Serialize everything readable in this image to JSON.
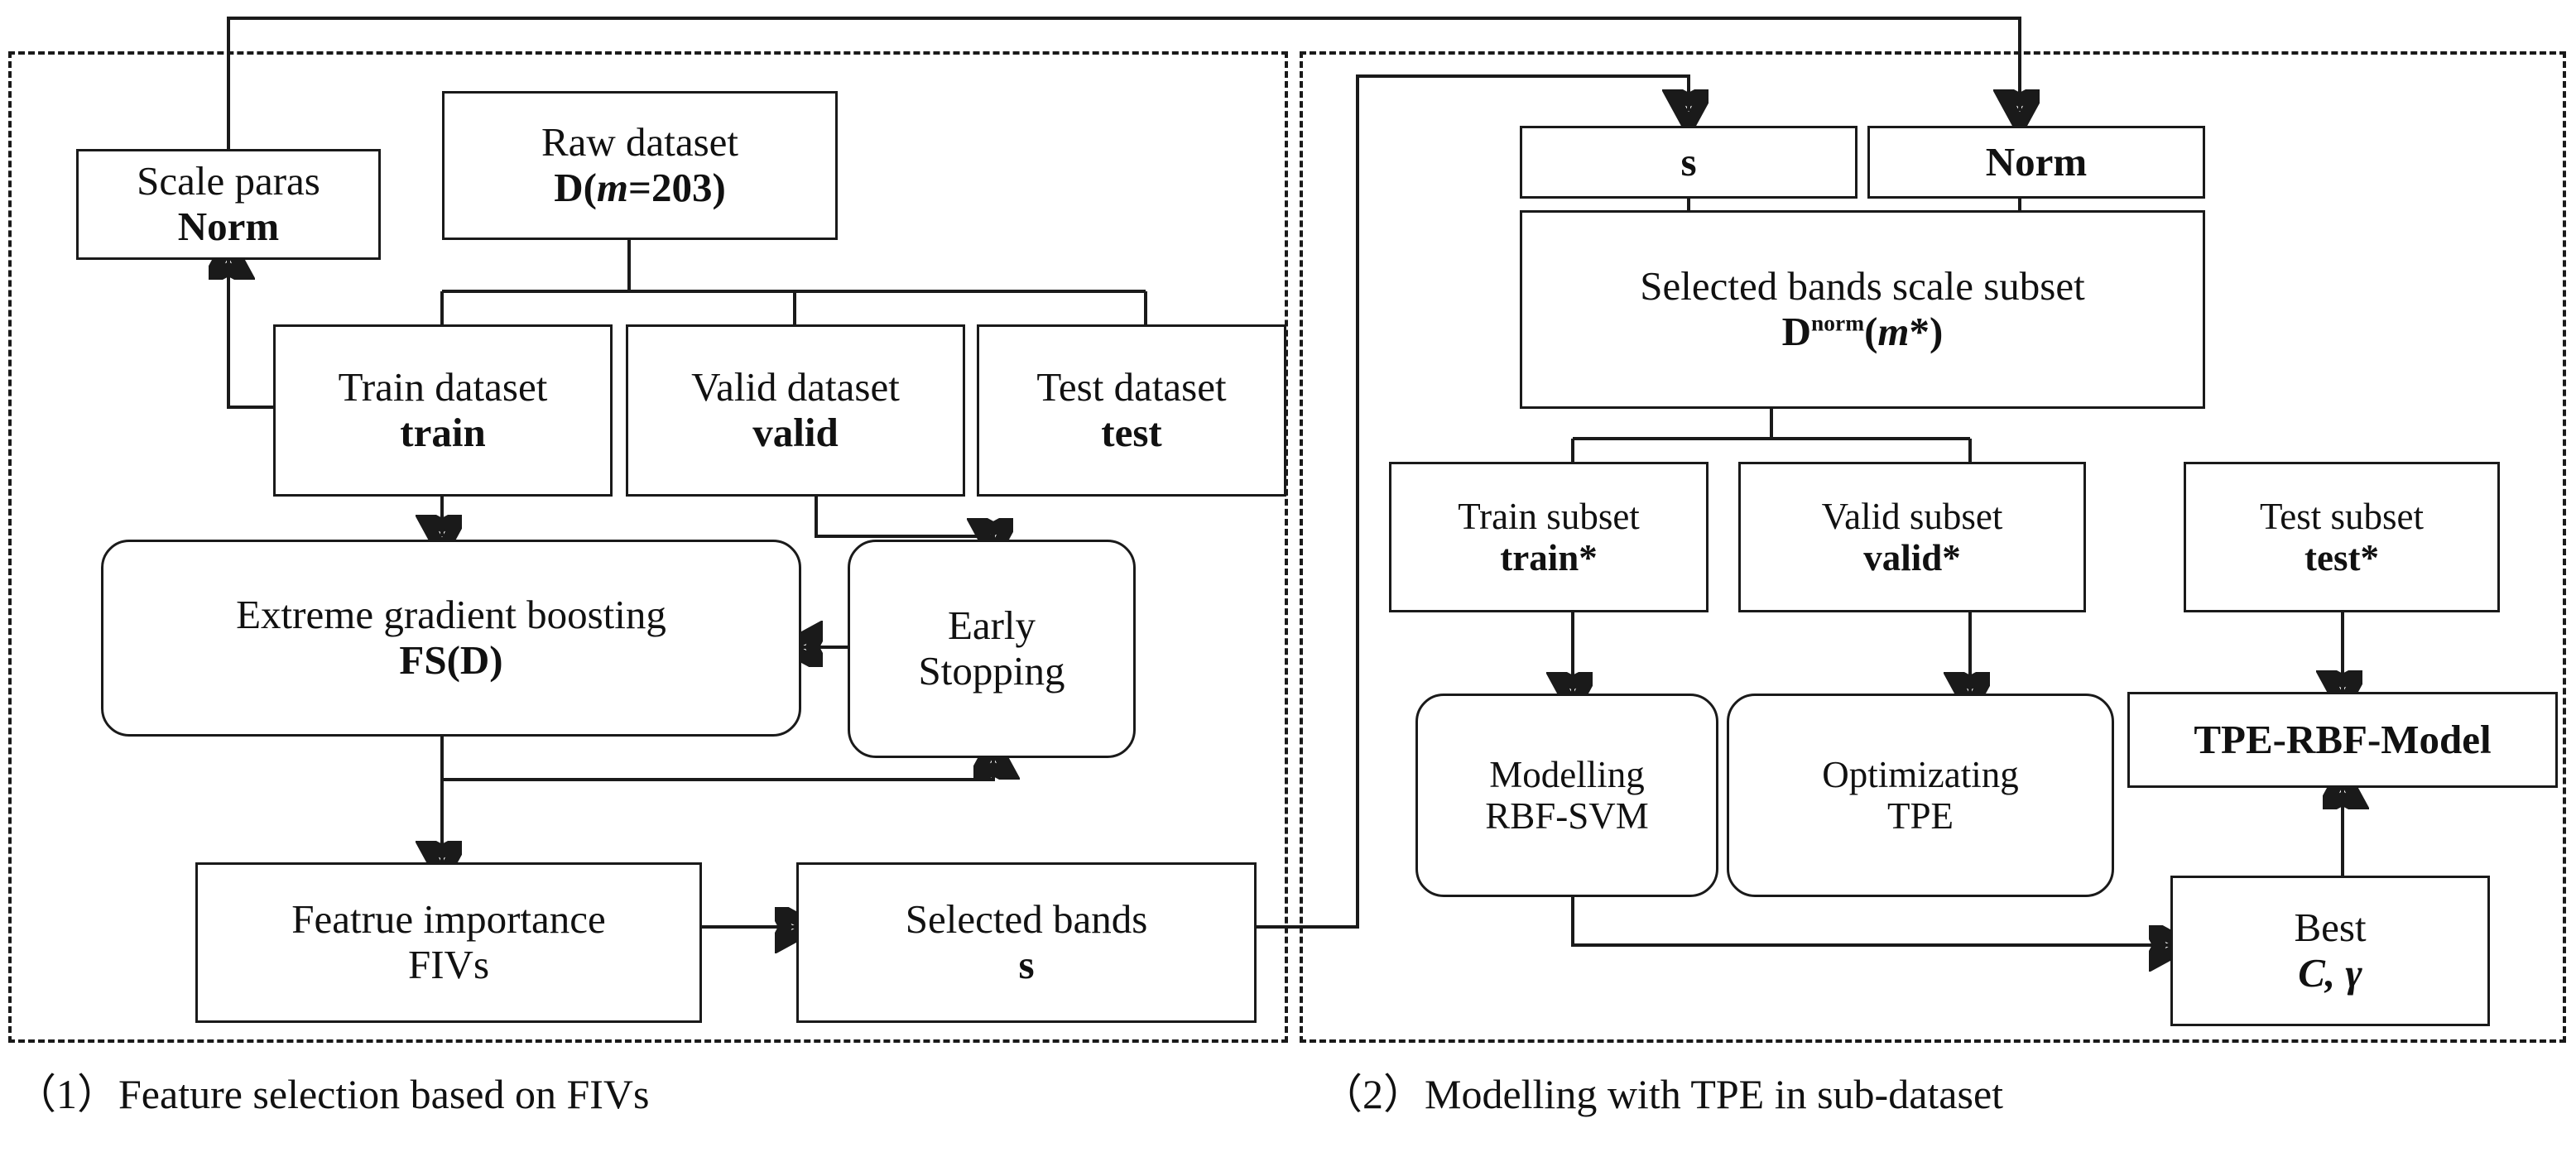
{
  "figure": {
    "type": "flowchart",
    "title": "Feature selection and TPE-RBF-SVM modelling workflow"
  },
  "panels": {
    "left": {
      "caption": "（1）Feature selection based on FIVs"
    },
    "right": {
      "caption": "（2）Modelling with TPE in sub-dataset"
    }
  },
  "nodes": {
    "scale_paras": {
      "line1": "Scale paras",
      "line2": "Norm"
    },
    "raw_dataset": {
      "line1": "Raw dataset",
      "line2_pre": "D(",
      "line2_it": "m",
      "line2_post": "=203)"
    },
    "train_dataset": {
      "line1": "Train dataset",
      "line2": "train"
    },
    "valid_dataset": {
      "line1": "Valid dataset",
      "line2": "valid"
    },
    "test_dataset": {
      "line1": "Test dataset",
      "line2": "test"
    },
    "xgboost": {
      "line1": "Extreme gradient boosting",
      "line2": "FS(D)"
    },
    "early_stopping": {
      "line1": "Early",
      "line2": "Stopping"
    },
    "feature_importance": {
      "line1": "Featrue importance",
      "line2": "FIVs"
    },
    "selected_bands": {
      "line1": "Selected bands",
      "line2": "s"
    },
    "s_box": {
      "label": "s"
    },
    "norm_box": {
      "label": "Norm"
    },
    "scale_subset": {
      "line1": "Selected bands scale subset",
      "line2_pre": "D",
      "line2_sup": "norm",
      "line2_it": "m",
      "line2_post": "*)"
    },
    "train_subset": {
      "line1": "Train subset",
      "line2": "train*"
    },
    "valid_subset": {
      "line1": "Valid subset",
      "line2": "valid*"
    },
    "test_subset": {
      "line1": "Test subset",
      "line2": "test*"
    },
    "modelling": {
      "line1": "Modelling",
      "line2": "RBF-SVM"
    },
    "optimizating": {
      "line1": "Optimizating",
      "line2": "TPE"
    },
    "tpe_rbf_model": {
      "label": "TPE-RBF-Model"
    },
    "best_params": {
      "line1": "Best",
      "line2_it": "C, γ"
    }
  },
  "colors": {
    "stroke": "#1a1a1a",
    "background": "#ffffff",
    "panel_border": "#1a1a1a"
  }
}
